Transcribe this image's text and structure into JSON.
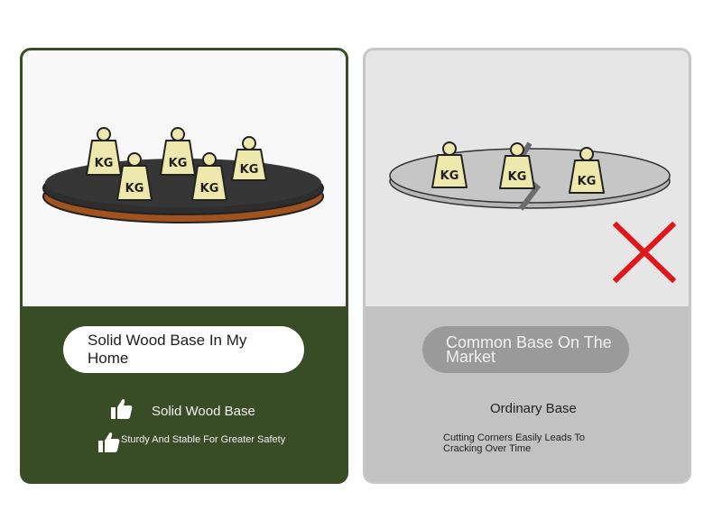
{
  "weight_label": "KG",
  "left_card": {
    "headline": "Solid Wood Base In My Home",
    "feature_title": "Solid Wood Base",
    "feature_desc": "Sturdy And Stable For Greater Safety"
  },
  "right_card": {
    "headline": "Common Base On The Market",
    "feature_title": "Ordinary Base",
    "feature_desc": "Cutting Corners Easily Leads To Cracking Over Time"
  },
  "colors": {
    "dark_green": "#384c25",
    "weight_fill": "#efe8ac",
    "cross_red": "#e0161c",
    "wood_edge": "#a0521f"
  }
}
